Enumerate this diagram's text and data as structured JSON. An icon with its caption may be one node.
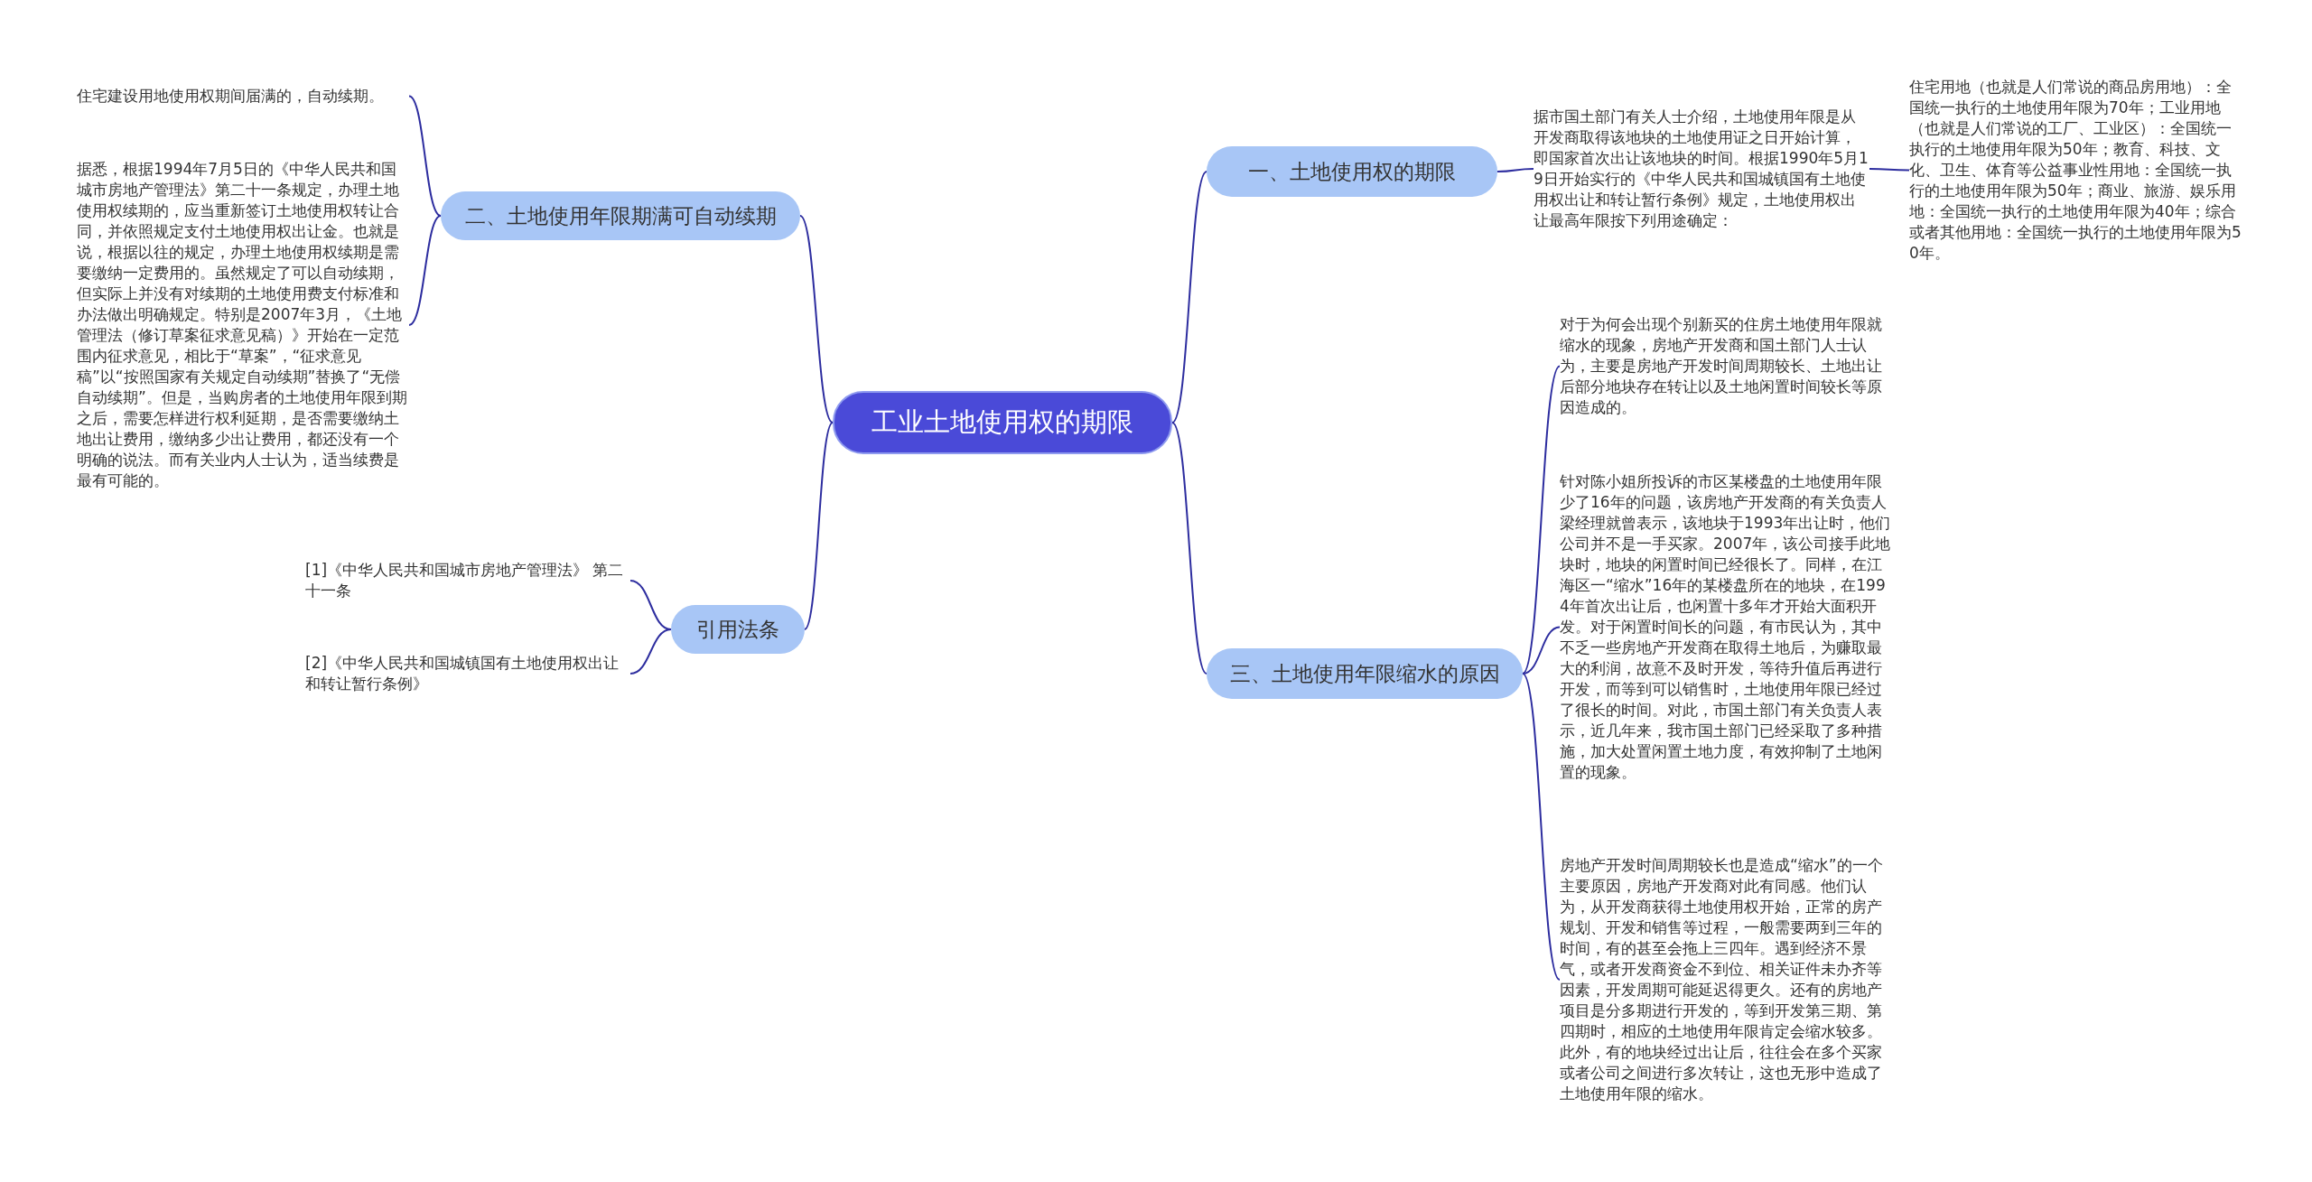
{
  "diagram": {
    "nodes": [
      {
        "text": [
          "工业土地使用权的期限"
        ]
      },
      {
        "text": [
          "一、土地使用权的期限"
        ]
      },
      {
        "text": [
          "据市国土部门有关人士介绍，土地使用年限是从开发商取得该地块的土地使用证之日开始计算，即国家首次出让该地块的时间。根据1990年5月19日开始实行的《中华人民共和国城镇国有土地使用权出让和转让暂行条例》规定，土地使用权出让最高年限按下列用途确定："
        ]
      },
      {
        "text": [
          "住宅用地（也就是人们常说的商品房用地）：全国统一执行的土地使用年限为70年；工业用地（也就是人们常说的工厂、工业区）：全国统一执行的土地使用年限为50年；教育、科技、文化、卫生、体育等公益事业性用地：全国统一执行的土地使用年限为50年；商业、旅游、娱乐用地：全国统一执行的土地使用年限为40年；综合或者其他用地：全国统一执行的土地使用年限为50年。"
        ]
      },
      {
        "text": [
          "二、土地使用年限期满可自动续期"
        ]
      },
      {
        "text": [
          "住宅建设用地使用权期间届满的，自动续期。"
        ]
      },
      {
        "text": [
          "据悉，根据1994年7月5日的《中华人民共和国城市房地产管理法》第二十一条规定，办理土地使用权续期的，应当重新签订土地使用权转让合同，并依照规定支付土地使用权出让金。也就是说，根据以往的规定，办理土地使用权续期是需要缴纳一定费用的。虽然规定了可以自动续期，但实际上并没有对续期的土地使用费支付标准和办法做出明确规定。特别是2007年3月，《土地管理法（修订草案征求意见稿）》开始在一定范围内征求意见，相比于“草案”，“征求意见稿”以“按照国家有关规定自动续期”替换了“无偿自动续期”。但是，当购房者的土地使用年限到期之后，需要怎样进行权利延期，是否需要缴纳土地出让费用，缴纳多少出让费用，都还没有一个明确的说法。而有关业内人士认为，适当续费是最有可能的。"
        ]
      },
      {
        "text": [
          "引用法条"
        ]
      },
      {
        "text": [
          "[1]《中华人民共和国城市房地产管理法》 第二十一条"
        ]
      },
      {
        "text": [
          "[2]《中华人民共和国城镇国有土地使用权出让和转让暂行条例》"
        ]
      },
      {
        "text": [
          "三、土地使用年限缩水的原因"
        ]
      },
      {
        "text": [
          "对于为何会出现个别新买的住房土地使用年限就缩水的现象，房地产开发商和国土部门人士认为，主要是房地产开发时间周期较长、土地出让后部分地块存在转让以及土地闲置时间较长等原因造成的。"
        ]
      },
      {
        "text": [
          "针对陈小姐所投诉的市区某楼盘的土地使用年限少了16年的问题，该房地产开发商的有关负责人梁经理就曾表示，该地块于1993年出让时，他们公司并不是一手买家。2007年，该公司接手此地块时，地块的闲置时间已经很长了。同样，在江海区一“缩水”16年的某楼盘所在的地块，在1994年首次出让后，也闲置十多年才开始大面积开发。对于闲置时间长的问题，有市民认为，其中不乏一些房地产开发商在取得土地后，为赚取最大的利润，故意不及时开发，等待升值后再进行开发，而等到可以销售时，土地使用年限已经过了很长的时间。对此，市国土部门有关负责人表示，近几年来，我市国土部门已经采取了多种措施，加大处置闲置土地力度，有效抑制了土地闲置的现象。"
        ]
      },
      {
        "text": [
          "房地产开发时间周期较长也是造成“缩水”的一个主要原因，房地产开发商对此有同感。他们认为，从开发商获得土地使用权开始，正常的房产规划、开发和销售等过程，一般需要两到三年的时间，有的甚至会拖上三四年。遇到经济不景气，或者开发商资金不到位、相关证件未办齐等因素，开发周期可能延迟得更久。还有的房地产项目是分多期进行开发的，等到开发第三期、第四期时，相应的土地使用年限肯定会缩水较多。此外，有的地块经过出让后，往往会在多个买家或者公司之间进行多次转让，这也无形中造成了土地使用年限的缩水。"
        ]
      }
    ],
    "edges": [
      {
        "from": 0,
        "to": 1,
        "arrow": "none"
      },
      {
        "from": 1,
        "to": 2,
        "arrow": "none"
      },
      {
        "from": 2,
        "to": 3,
        "arrow": "none"
      },
      {
        "from": 0,
        "to": 4,
        "arrow": "none"
      },
      {
        "from": 4,
        "to": 5,
        "arrow": "none"
      },
      {
        "from": 4,
        "to": 6,
        "arrow": "none"
      },
      {
        "from": 0,
        "to": 7,
        "arrow": "none"
      },
      {
        "from": 7,
        "to": 8,
        "arrow": "none"
      },
      {
        "from": 7,
        "to": 9,
        "arrow": "none"
      },
      {
        "from": 0,
        "to": 10,
        "arrow": "none"
      },
      {
        "from": 10,
        "to": 11,
        "arrow": "none"
      },
      {
        "from": 10,
        "to": 12,
        "arrow": "none"
      },
      {
        "from": 10,
        "to": 13,
        "arrow": "none"
      }
    ]
  }
}
